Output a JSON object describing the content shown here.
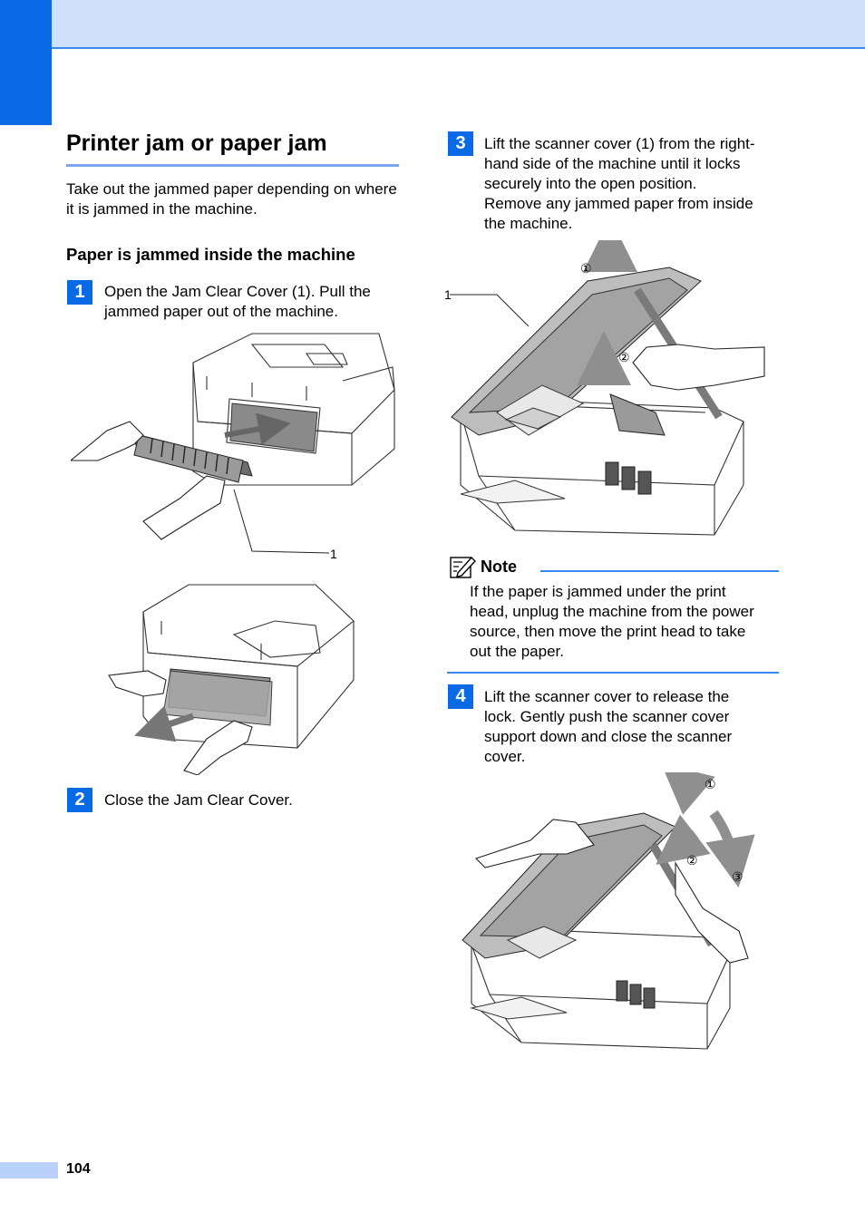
{
  "page": {
    "number": "104",
    "accent_color": "#0a6ae6",
    "header_color": "#cfe0fb"
  },
  "section": {
    "title": "Printer jam or paper jam",
    "intro": "Take out the jammed paper depending on where it is jammed in the machine.",
    "subtitle": "Paper is jammed inside the machine"
  },
  "steps": [
    {
      "num": "1",
      "lines": [
        "Open the Jam Clear Cover (1). Pull the",
        "jammed paper out of the machine."
      ]
    },
    {
      "num": "2",
      "lines": [
        "Close the Jam Clear Cover."
      ]
    },
    {
      "num": "3",
      "lines": [
        "Lift the scanner cover (1) from the right-",
        "hand side of the machine until it locks",
        "securely into the open position.",
        "Remove any jammed paper from inside",
        "the machine."
      ]
    },
    {
      "num": "4",
      "lines": [
        "Lift the scanner cover to release the",
        "lock. Gently push the scanner cover",
        "support down and close the scanner",
        "cover."
      ]
    }
  ],
  "note": {
    "title": "Note",
    "icon": "note-pencil-icon",
    "lines": [
      "If the paper is jammed under the print",
      "head, unplug the machine from the power",
      "source, then move the print head to take",
      "out the paper."
    ]
  },
  "figures": {
    "fig1_callout": "1",
    "fig3_callout": "1",
    "fig3_markers": [
      "①",
      "②"
    ],
    "fig4_markers": [
      "①",
      "②",
      "③"
    ]
  }
}
